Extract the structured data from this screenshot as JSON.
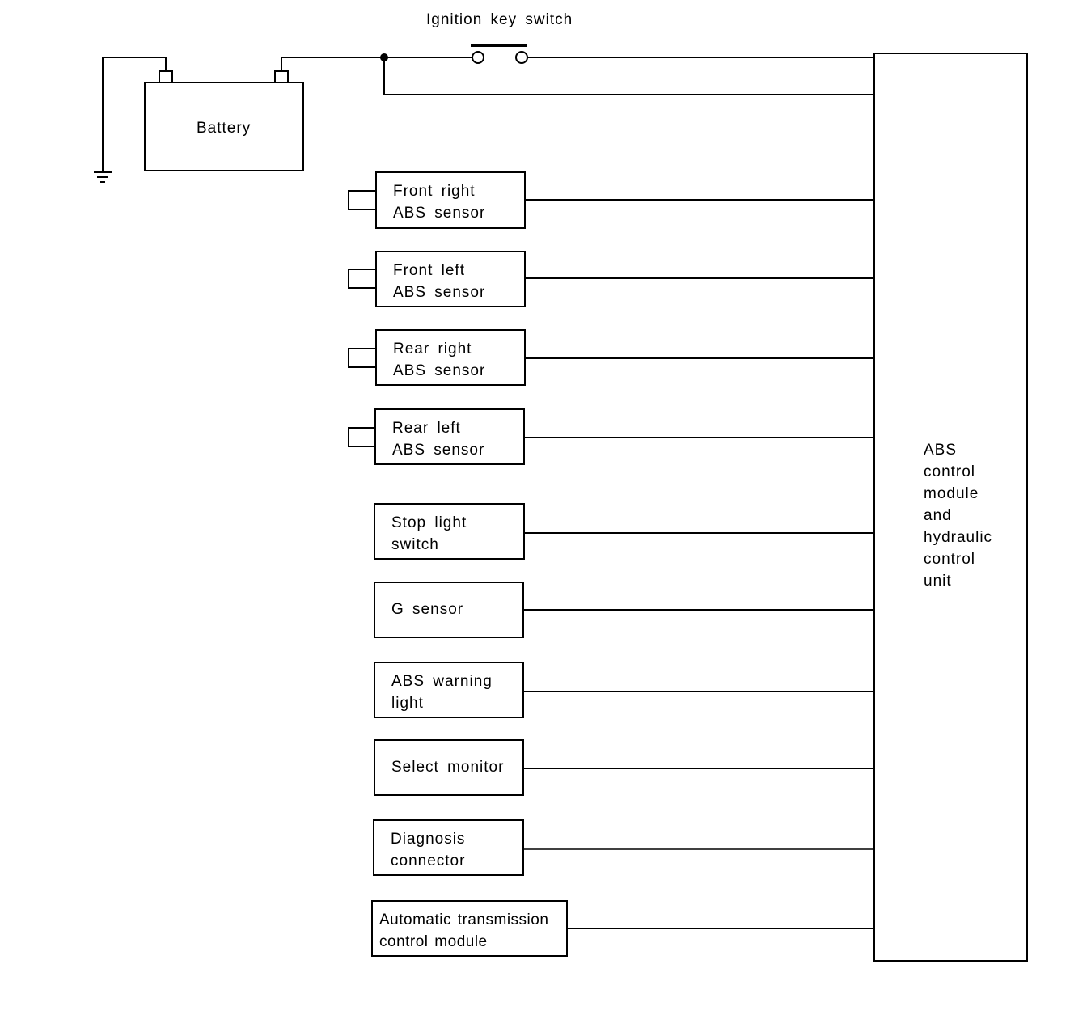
{
  "ignition_switch": {
    "label": "Ignition key switch"
  },
  "battery": {
    "label": "Battery"
  },
  "control_unit": {
    "label": "ABS\ncontrol\nmodule\nand\nhydraulic\ncontrol\nunit"
  },
  "components": [
    {
      "id": "front-right-abs-sensor",
      "label": "Front right\nABS sensor"
    },
    {
      "id": "front-left-abs-sensor",
      "label": "Front left\nABS sensor"
    },
    {
      "id": "rear-right-abs-sensor",
      "label": "Rear right\nABS sensor"
    },
    {
      "id": "rear-left-abs-sensor",
      "label": "Rear left\nABS sensor"
    },
    {
      "id": "stop-light-switch",
      "label": "Stop light\nswitch"
    },
    {
      "id": "g-sensor",
      "label": "G sensor"
    },
    {
      "id": "abs-warning-light",
      "label": "ABS warning\nlight"
    },
    {
      "id": "select-monitor",
      "label": "Select monitor"
    },
    {
      "id": "diagnosis-connector",
      "label": "Diagnosis\nconnector"
    },
    {
      "id": "automatic-transmission-control-module",
      "label": "Automatic transmission\ncontrol module"
    }
  ],
  "icons": {
    "ground": "ground-icon",
    "switch": "switch-contact-icon",
    "sensor_connector": "sensor-connector-icon"
  },
  "colors": {
    "line": "#000000",
    "background": "#ffffff"
  }
}
